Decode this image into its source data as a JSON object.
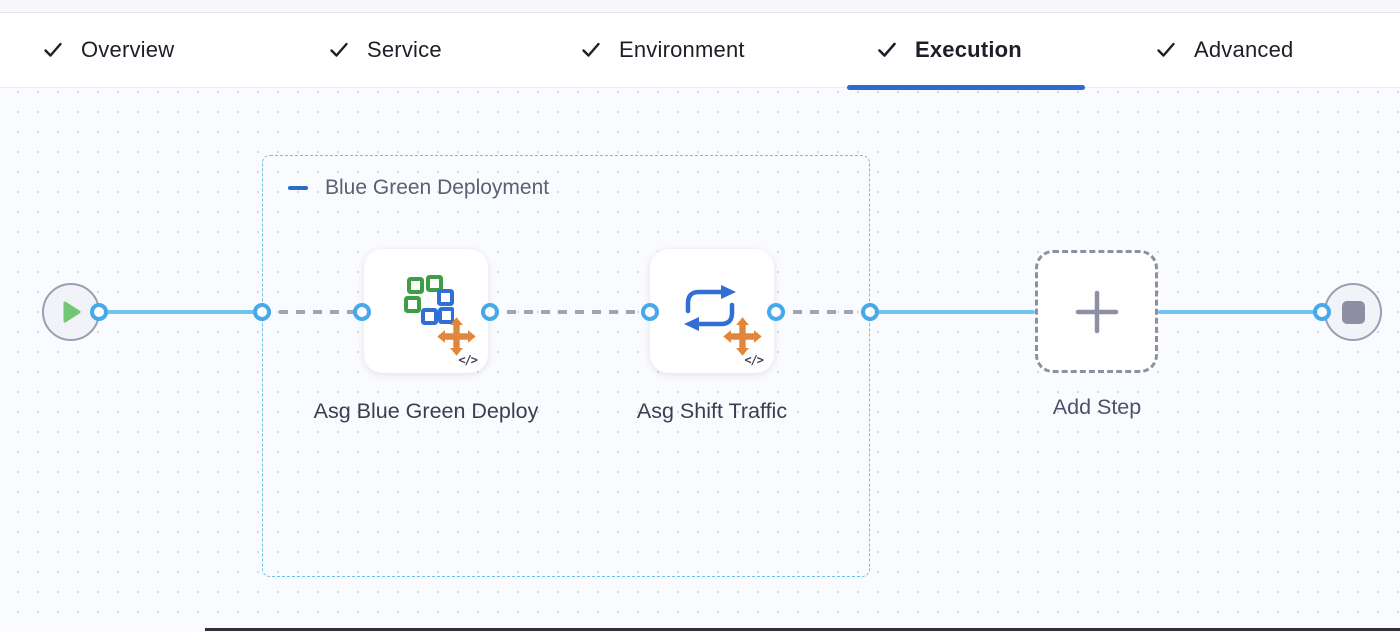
{
  "header": {
    "tabs": [
      {
        "label": "Overview",
        "checked": true,
        "active": false
      },
      {
        "label": "Service",
        "checked": true,
        "active": false
      },
      {
        "label": "Environment",
        "checked": true,
        "active": false
      },
      {
        "label": "Execution",
        "checked": true,
        "active": true
      },
      {
        "label": "Advanced",
        "checked": true,
        "active": false
      }
    ]
  },
  "canvas": {
    "group": {
      "title": "Blue Green Deployment"
    },
    "steps": [
      {
        "label": "Asg Blue Green Deploy",
        "icon": "asg-blue-green-deploy-icon",
        "badge": "</>"
      },
      {
        "label": "Asg Shift Traffic",
        "icon": "asg-shift-traffic-icon",
        "badge": "</>"
      }
    ],
    "add_step": {
      "label": "Add Step"
    },
    "start_node": {
      "icon": "play-icon"
    },
    "end_node": {
      "icon": "stop-icon"
    },
    "colors": {
      "active_tab_underline": "#2b6bd0",
      "link_line_blue": "#70c5ef",
      "port_ring_blue": "#46a9e9",
      "group_border_blue": "#68c2ea",
      "icon_green": "#3f9d46",
      "icon_blue": "#2f6fd6",
      "icon_orange": "#e0873c",
      "node_gray": "#8f8fa3"
    }
  }
}
